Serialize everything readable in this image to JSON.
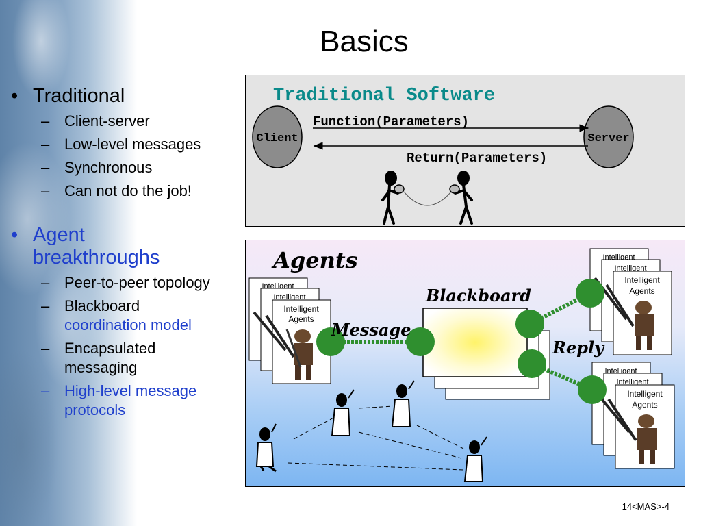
{
  "slide": {
    "title": "Basics",
    "footer": "14<MAS>-4"
  },
  "bullets": {
    "traditional": {
      "heading": "Traditional",
      "items": [
        "Client-server",
        "Low-level messages",
        "Synchronous",
        "Can not do the job!"
      ]
    },
    "agents": {
      "heading_line1": "Agent",
      "heading_line2": "breakthroughs",
      "item1": "Peer-to-peer topology",
      "item2_black": "Blackboard",
      "item2_blue": "coordination model",
      "item3_line1": "Encapsulated",
      "item3_line2": "messaging",
      "item4_line1": "High-level message",
      "item4_line2": "protocols"
    }
  },
  "traditional_diagram": {
    "title": "Traditional Software",
    "client_label": "Client",
    "server_label": "Server",
    "call_label": "Function(Parameters)",
    "return_label": "Return(Parameters)"
  },
  "agents_diagram": {
    "title": "Agents",
    "blackboard_label": "Blackboard",
    "message_label": "Message",
    "reply_label": "Reply",
    "card_line1": "Intelligent",
    "card_line2": "Agents",
    "card_partial_1": "Intelligent",
    "card_partial_2": "Intelligent"
  },
  "colors": {
    "teal_title": "#0a8a8a",
    "blue_text": "#1f3fcc",
    "arrow_green": "#2f8f2f",
    "node_gray": "#8c8c8c"
  }
}
